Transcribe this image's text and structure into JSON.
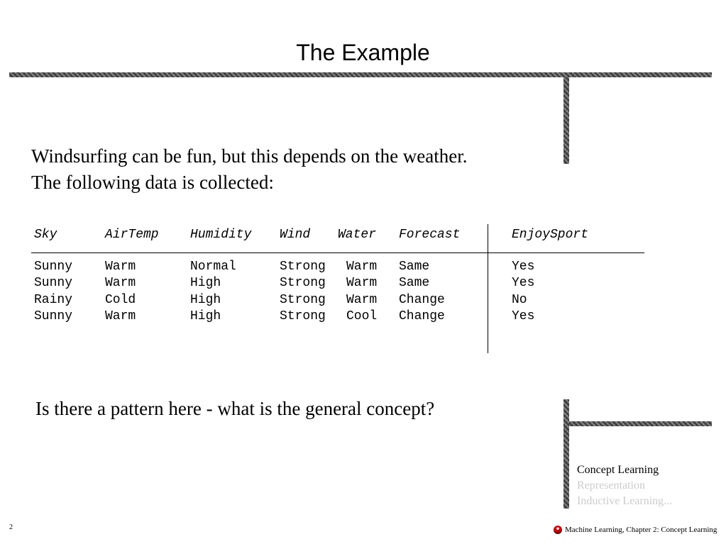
{
  "slide": {
    "title": "The Example",
    "intro_lines": [
      "Windsurfing can be fun, but this depends on the weather.",
      "The following data is collected:"
    ],
    "question": "Is there a pattern here - what is the general concept?",
    "page_number": "2",
    "footer_text": "Machine Learning, Chapter 2: Concept Learning",
    "logo_icon": "logo-icon"
  },
  "table": {
    "headers": [
      "Sky",
      "AirTemp",
      "Humidity",
      "Wind",
      "Water",
      "Forecast",
      "EnjoySport"
    ],
    "rows": [
      [
        "Sunny",
        "Warm",
        "Normal",
        "Strong",
        "Warm",
        "Same",
        "Yes"
      ],
      [
        "Sunny",
        "Warm",
        "High",
        "Strong",
        "Warm",
        "Same",
        "Yes"
      ],
      [
        "Rainy",
        "Cold",
        "High",
        "Strong",
        "Warm",
        "Change",
        "No"
      ],
      [
        "Sunny",
        "Warm",
        "High",
        "Strong",
        "Cool",
        "Change",
        "Yes"
      ]
    ]
  },
  "nav": {
    "items": [
      {
        "label": "Concept Learning",
        "state": "active"
      },
      {
        "label": "Representation",
        "state": "inactive"
      },
      {
        "label": "Inductive Learning...",
        "state": "inactive"
      }
    ]
  },
  "colors": {
    "text": "#000000",
    "nav_inactive": "#cccccc",
    "bar": "#4a4a4a"
  }
}
